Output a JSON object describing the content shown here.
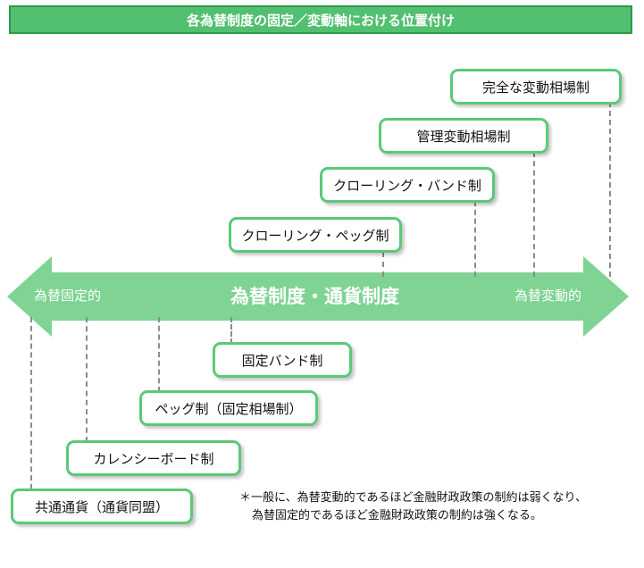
{
  "title": "各為替制度の固定／変動軸における位置付け",
  "arrow": {
    "left_label": "為替固定的",
    "center_label": "為替制度・通貨制度",
    "right_label": "為替変動的"
  },
  "upper_boxes": [
    "完全な変動相場制",
    "管理変動相場制",
    "クローリング・バンド制",
    "クローリング・ペッグ制"
  ],
  "lower_boxes": [
    "固定バンド制",
    "ペッグ制（固定相場制）",
    "カレンシーボード制",
    "共通通貨（通貨同盟）"
  ],
  "note": {
    "line1": "＊一般に、為替変動的であるほど金融財政政策の制約は弱くなり、",
    "line2": "為替固定的であるほど金融財政政策の制約は強くなる。"
  },
  "colors": {
    "title_bg": "#52c070",
    "arrow_fill": "#7fd393",
    "box_border": "#5cc878",
    "dashed_line": "#8c8c8c"
  }
}
